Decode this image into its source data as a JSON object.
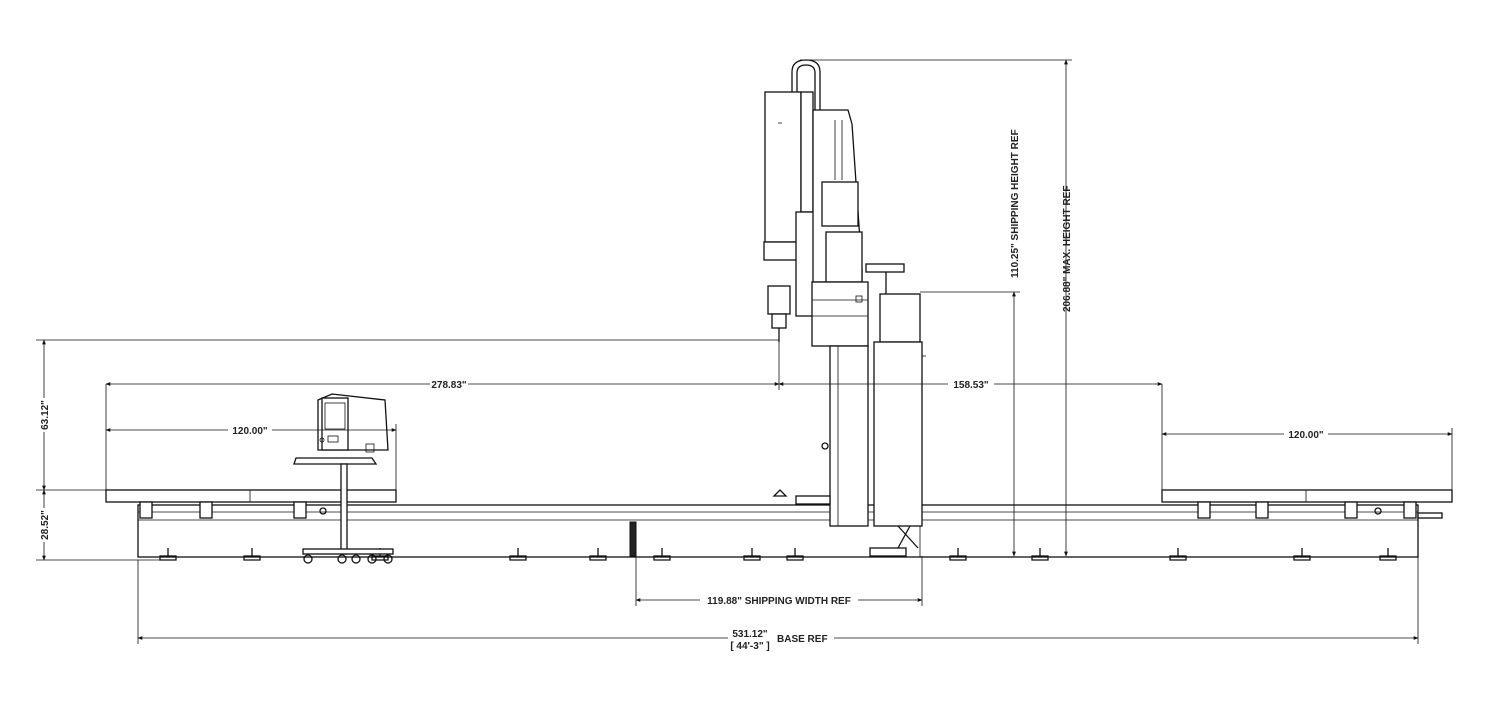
{
  "dimensions": {
    "d_278": "278.83\"",
    "d_158": "158.53\"",
    "d_120_left": "120.00\"",
    "d_120_right": "120.00\"",
    "d_63": "63.12\"",
    "d_28": "28.52\"",
    "d_shipping_height": "110.25\"  SHIPPING HEIGHT REF",
    "d_max_height": "206.88\"  MAX. HEIGHT REF",
    "d_shipping_width": "119.88\"  SHIPPING WIDTH REF",
    "d_base_value": "531.12\"",
    "d_base_feet": "[ 44'-3\" ]",
    "d_base_label": "BASE REF"
  },
  "colors": {
    "line": "#111111",
    "background": "#ffffff"
  }
}
